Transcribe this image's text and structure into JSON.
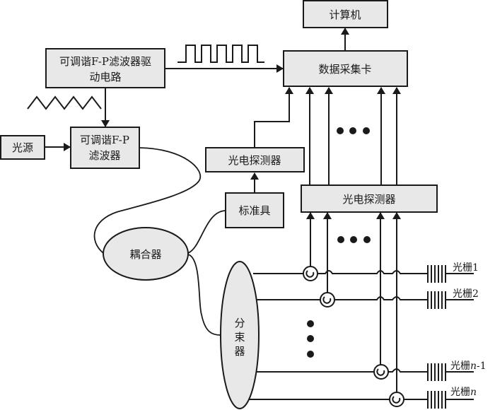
{
  "diagram": {
    "nodes": {
      "computer": "计算机",
      "daq_card": "数据采集卡",
      "fp_driver_line1": "可调谐F-P滤波器驱",
      "fp_driver_line2": "动电路",
      "light_source": "光源",
      "fp_filter_line1": "可调谐F-P",
      "fp_filter_line2": "滤波器",
      "photodetector_single": "光电探测器",
      "photodetector_array": "光电探测器",
      "reference": "标准具",
      "coupler": "耦合器",
      "splitter_chars": [
        "分",
        "束",
        "器"
      ]
    },
    "gratings": [
      {
        "prefix": "光栅",
        "suffix": "1",
        "italic": false
      },
      {
        "prefix": "光栅",
        "suffix": "2",
        "italic": false
      },
      {
        "prefix": "光栅",
        "suffix": "n",
        "italic": true,
        "tail": "-1"
      },
      {
        "prefix": "光栅",
        "suffix": "n",
        "italic": true,
        "tail": ""
      }
    ],
    "signals": {
      "square_wave": "square-wave",
      "triangle_wave": "triangle-wave"
    }
  }
}
